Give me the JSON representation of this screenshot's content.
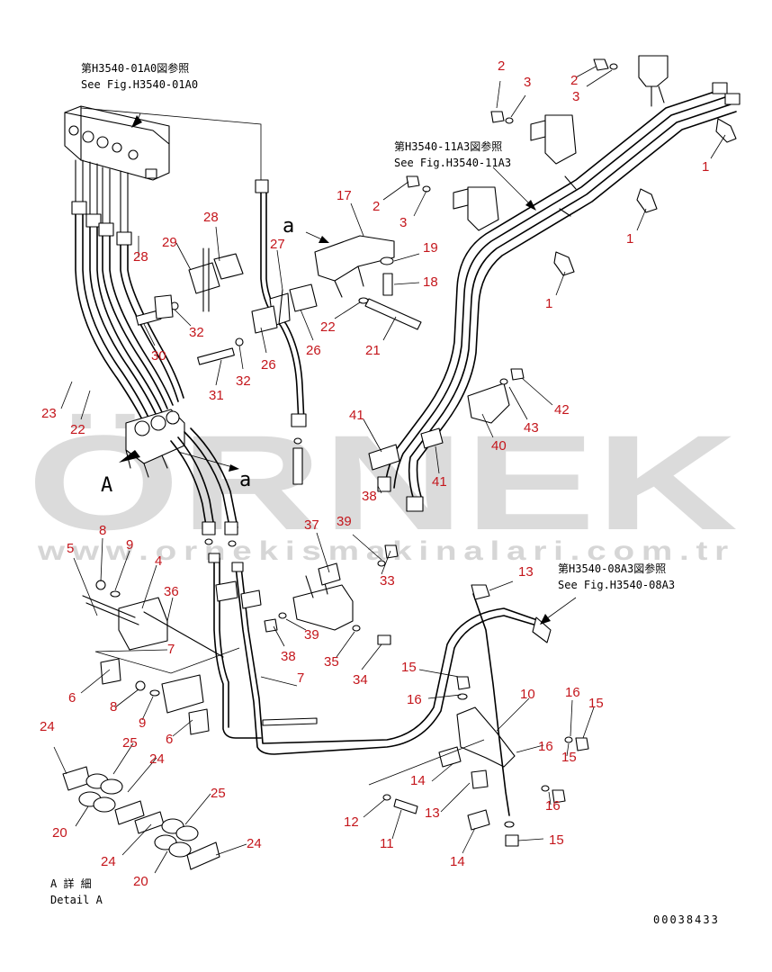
{
  "references": [
    {
      "jp": "第H3540-01A0図参照",
      "en": "See Fig.H3540-01A0"
    },
    {
      "jp": "第H3540-11A3図参照",
      "en": "See Fig.H3540-11A3"
    },
    {
      "jp": "第H3540-08A3図参照",
      "en": "See Fig.H3540-08A3"
    }
  ],
  "view_labels": {
    "a_top": "a",
    "a_mid": "a",
    "arrow_A": "A"
  },
  "detail": {
    "jp": "A 詳 細",
    "en": "Detail A"
  },
  "drawing_number": "00038433",
  "watermark": {
    "brand": "ÖRNEK",
    "url": "www.ornekismakinalari.com.tr"
  },
  "colors": {
    "callout": "#c4161c",
    "line": "#000000",
    "watermark": "#cfcfcf"
  },
  "callouts": [
    "2",
    "3",
    "2",
    "3",
    "1",
    "1",
    "1",
    "17",
    "2",
    "3",
    "19",
    "18",
    "22",
    "21",
    "27",
    "28",
    "29",
    "32",
    "30",
    "26",
    "32",
    "31",
    "26",
    "28",
    "23",
    "22",
    "41",
    "40",
    "43",
    "42",
    "41",
    "38",
    "37",
    "39",
    "33",
    "38",
    "39",
    "35",
    "34",
    "8",
    "9",
    "5",
    "4",
    "36",
    "7",
    "6",
    "8",
    "9",
    "6",
    "7",
    "13",
    "15",
    "16",
    "10",
    "16",
    "15",
    "16",
    "15",
    "14",
    "13",
    "16",
    "12",
    "11",
    "14",
    "15",
    "24",
    "25",
    "24",
    "20",
    "25",
    "24",
    "20",
    "24"
  ]
}
